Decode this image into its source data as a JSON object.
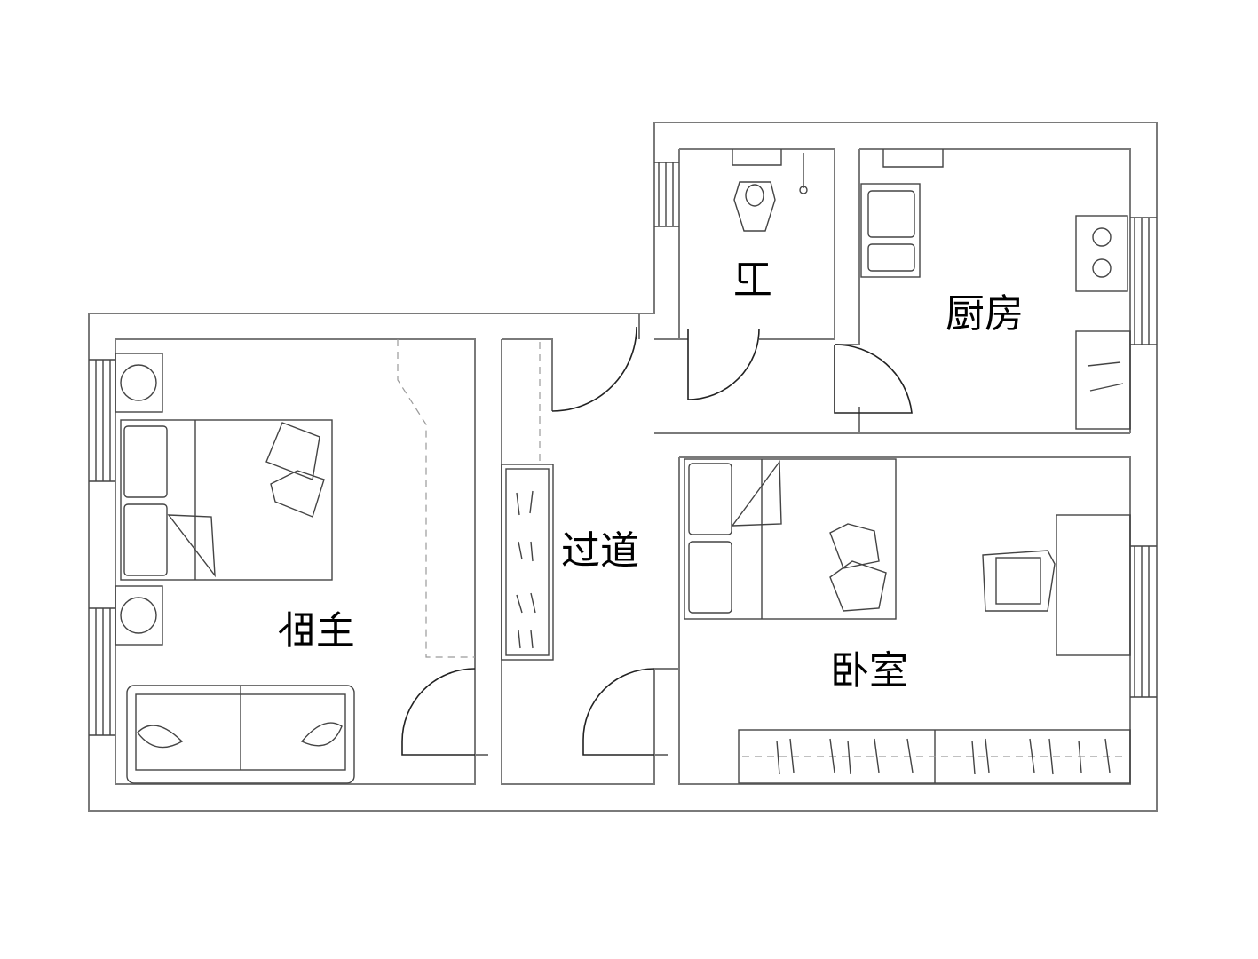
{
  "rooms": {
    "master_bedroom": "主卧",
    "corridor": "过道",
    "bedroom": "卧室",
    "kitchen": "厨房",
    "bathroom": "卫"
  }
}
